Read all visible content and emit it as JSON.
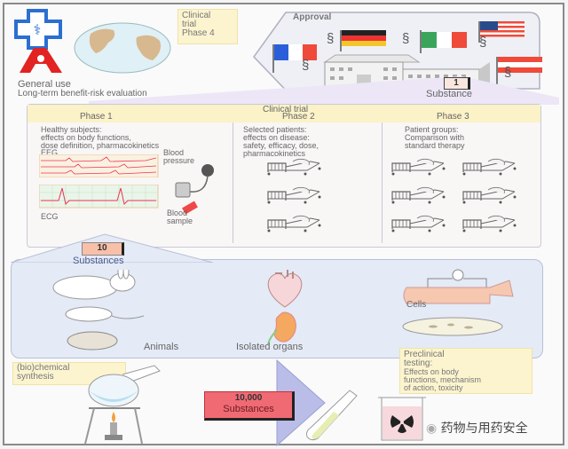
{
  "general_use": {
    "title": "General use",
    "subtitle": "Long-term benefit-risk evaluation",
    "phase4_note": [
      "Clinical",
      "trial",
      "Phase 4"
    ]
  },
  "approval": {
    "title": "Approval",
    "law_symbol": "§",
    "flags": [
      "france-flag",
      "germany-flag",
      "italy-flag",
      "usa-flag",
      "austria-flag"
    ],
    "substance_count": "1",
    "substance_label": "Substance"
  },
  "clinical_trial": {
    "title": "Clinical trial",
    "phases": [
      {
        "label": "Phase 1",
        "desc": [
          "Healthy subjects:",
          "effects on body functions,",
          "dose definition, pharmacokinetics"
        ]
      },
      {
        "label": "Phase 2",
        "desc": [
          "Selected patients:",
          "effects on disease:",
          "safety, efficacy, dose,",
          "pharmacokinetics"
        ]
      },
      {
        "label": "Phase 3",
        "desc": [
          "Patient groups:",
          "Comparison with",
          "standard therapy"
        ]
      }
    ],
    "phase1_labels": {
      "eeg": "EEG",
      "ecg": "ECG",
      "bp": [
        "Blood",
        "pressure"
      ],
      "sample": [
        "Blood",
        "sample"
      ]
    },
    "substance_count": "10",
    "substance_label": "Substances"
  },
  "preclinical": {
    "animals_label": "Animals",
    "organs_label": "Isolated organs",
    "cells_label": "Cells",
    "note": [
      "Preclinical",
      "testing:",
      "Effects on body",
      "functions, mechanism",
      "of action, toxicity"
    ]
  },
  "synthesis": {
    "note": [
      "(bio)chemical",
      "synthesis"
    ],
    "substance_count": "10,000",
    "substance_label": "Substances"
  },
  "watermark": "药物与用药安全",
  "colors": {
    "phase_header": "#fbf2c7",
    "note_bg": "#fbf4cf",
    "preclinical_bg": "#e4eaf6",
    "arrow_blue": "#b9bde8",
    "count_red": "#f06a74",
    "count_salmon": "#f8c0a8"
  }
}
